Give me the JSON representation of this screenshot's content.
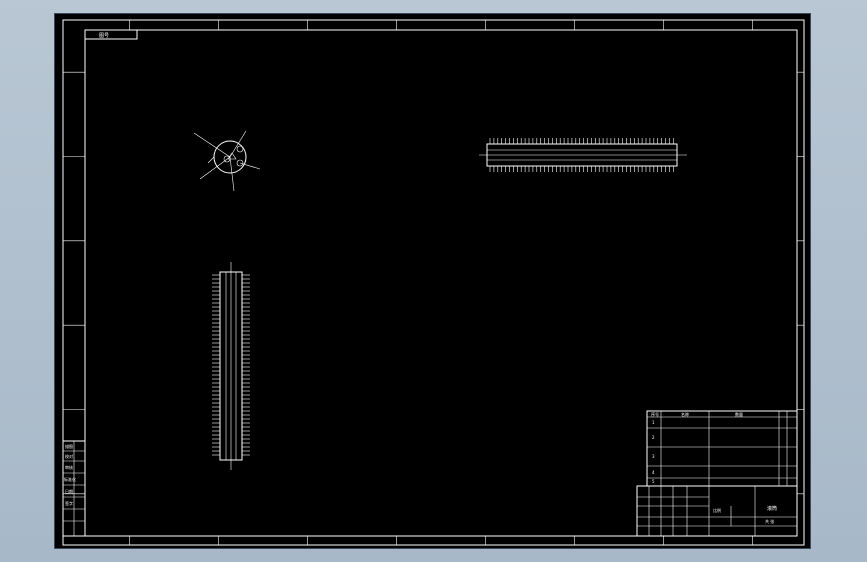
{
  "drawing": {
    "corner_tag": "图号",
    "title_block": {
      "part_name": "滚筒",
      "scale_label": "比例",
      "sheet_label": "共 张"
    },
    "parts_list": {
      "headers": [
        "序号",
        "名称",
        "数量"
      ],
      "rows": [
        "1",
        "2",
        "3",
        "4",
        "5"
      ]
    },
    "left_block_labels": [
      "描图",
      "校对",
      "审核",
      "标准化",
      "日期",
      "签字"
    ]
  },
  "colors": {
    "background": "#000000",
    "line": "#ffffff",
    "frame_outer": "#a9bac9"
  }
}
